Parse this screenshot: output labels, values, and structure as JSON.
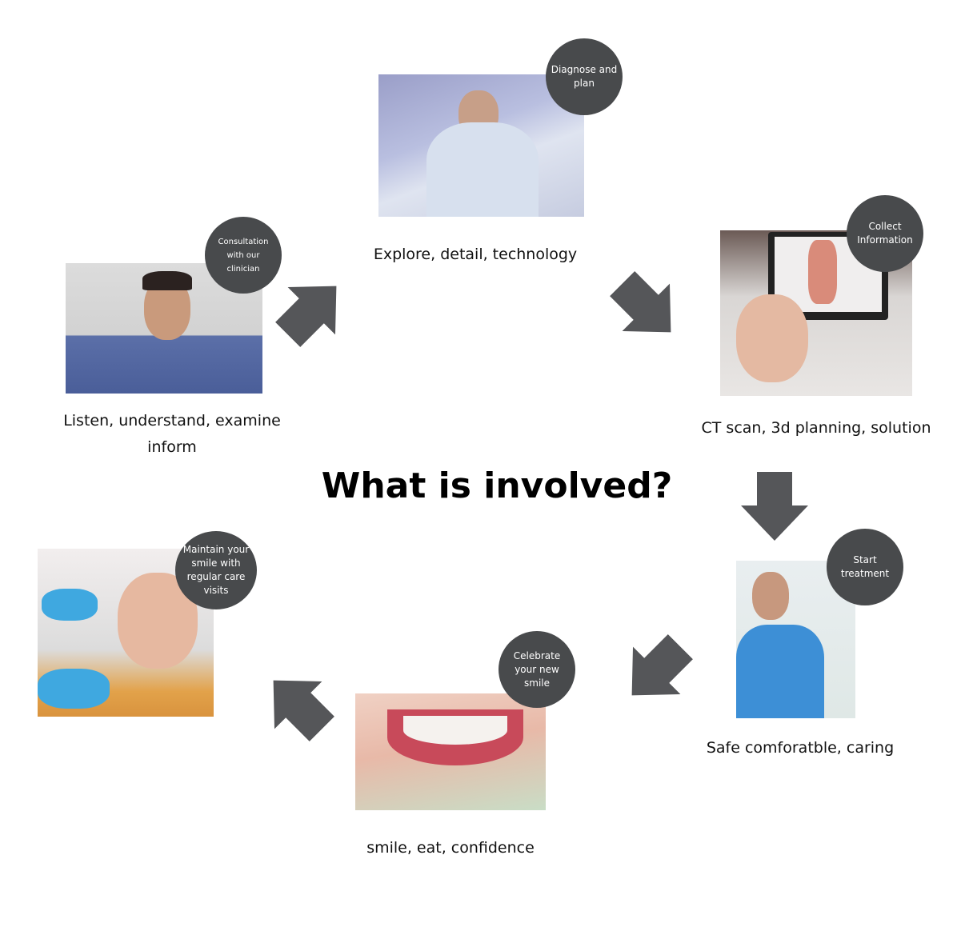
{
  "title": "What is involved?",
  "colors": {
    "badge": "#484a4c",
    "arrow": "#555659"
  },
  "steps": [
    {
      "badge": "Consultation with our clinician",
      "caption": "Listen, understand, examine inform",
      "caption_line1": "Listen, understand, examine",
      "caption_line2": "inform"
    },
    {
      "badge": "Diagnose and plan",
      "caption": "Explore, detail, technology"
    },
    {
      "badge": "Collect Information",
      "caption": "CT scan, 3d planning, solution"
    },
    {
      "badge": "Start treatment",
      "caption": "Safe comforatble, caring"
    },
    {
      "badge": "Celebrate your new smile",
      "caption": "smile, eat, confidence"
    },
    {
      "badge": "Maintain your smile with regular care visits"
    }
  ]
}
